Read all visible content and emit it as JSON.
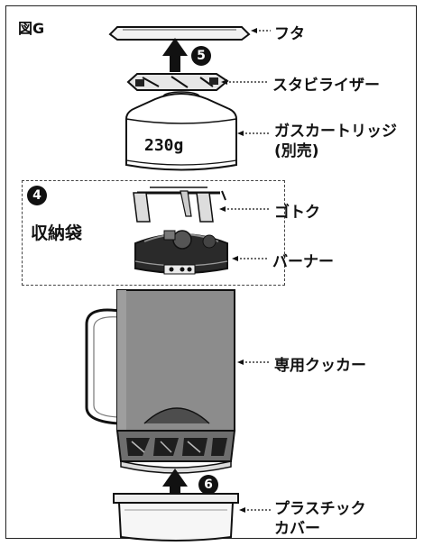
{
  "figure_label": "図G",
  "can_weight": "230g",
  "group": {
    "number": "4",
    "label": "収納袋"
  },
  "steps": {
    "stabilizer_step": "5",
    "cover_step": "6"
  },
  "callouts": {
    "lid": "フタ",
    "stabilizer": "スタビライザー",
    "gas_cartridge_line1": "ガスカートリッジ",
    "gas_cartridge_line2": "(別売)",
    "pot_support": "ゴトク",
    "burner": "バーナー",
    "cooker": "専用クッカー",
    "plastic_cover_line1": "プラスチック",
    "plastic_cover_line2": "カバー"
  }
}
